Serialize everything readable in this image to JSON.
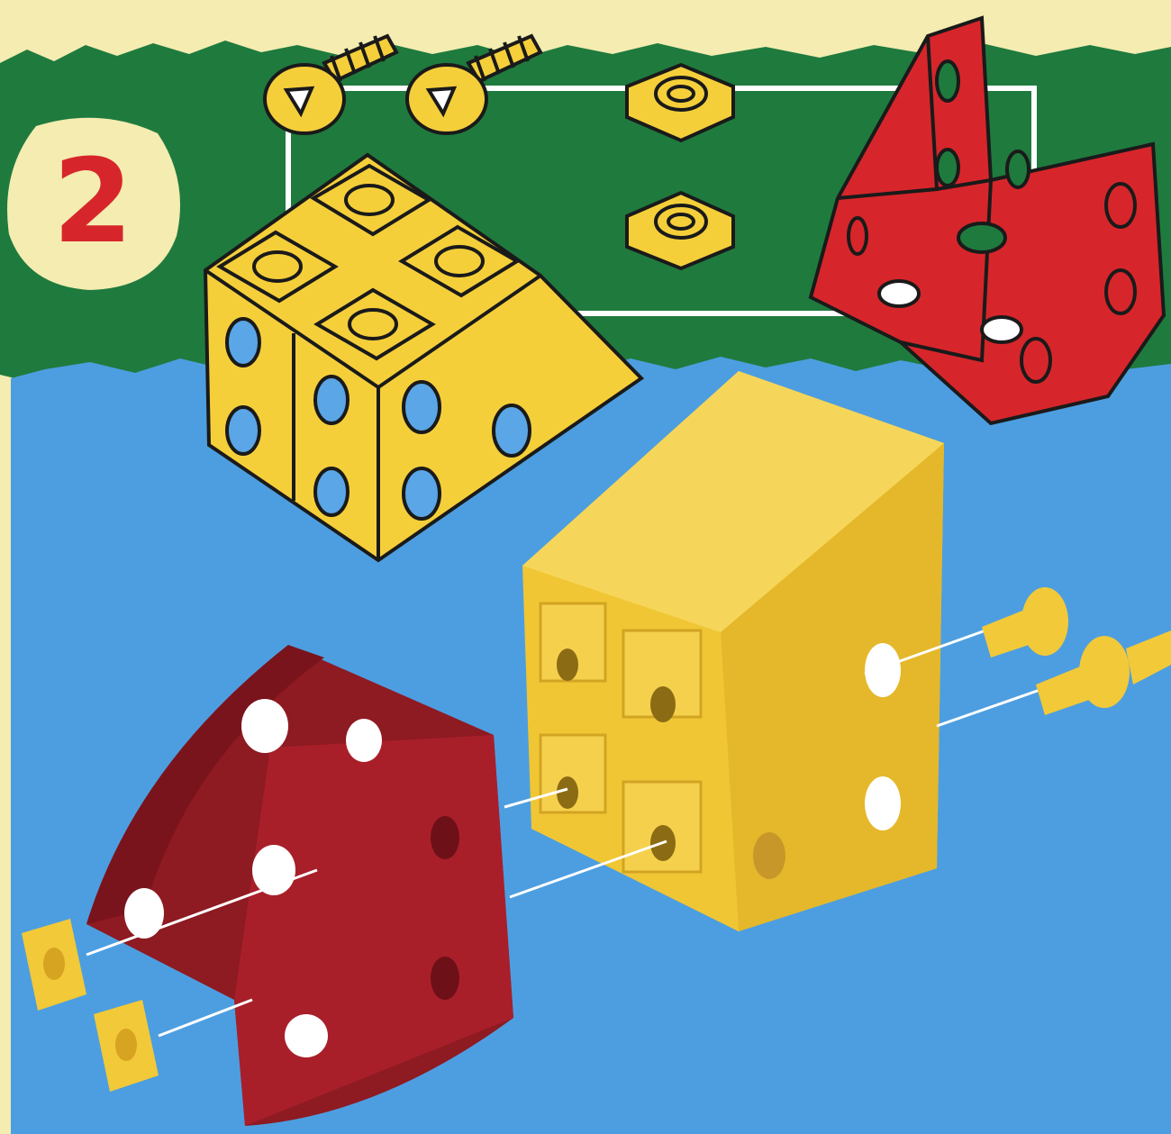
{
  "step": {
    "number": "2"
  },
  "colors": {
    "paper": "#f4ecb0",
    "parts_panel_green": "#1f7a3e",
    "work_surface_blue": "#4d9ee0",
    "part_yellow": "#f5cf3a",
    "part_red_drawing": "#d7262b",
    "part_red_photo": "#8e1a22",
    "outline": "#1a1a1a"
  },
  "parts_list": [
    {
      "part": "screw",
      "quantity": 2,
      "icon": "screw-icon"
    },
    {
      "part": "square-nut",
      "quantity": 2,
      "icon": "square-nut-icon"
    },
    {
      "part": "yellow-sloped-block",
      "quantity": 1,
      "icon": "sloped-block-icon"
    },
    {
      "part": "red-curved-bracket",
      "quantity": 1,
      "icon": "curved-bracket-icon"
    }
  ]
}
